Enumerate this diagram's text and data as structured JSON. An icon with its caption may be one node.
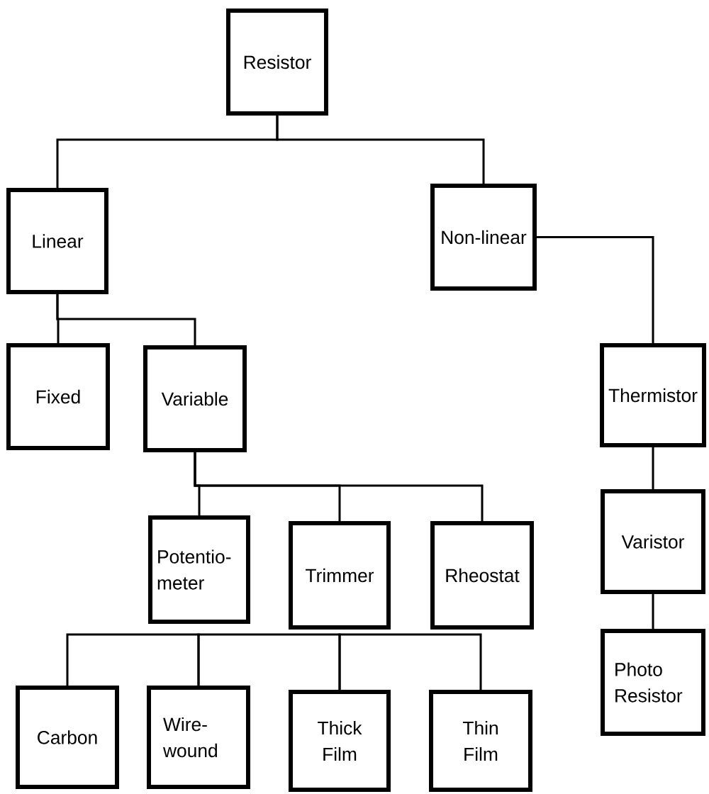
{
  "diagram": {
    "nodes": [
      {
        "text": [
          "Resistor"
        ]
      },
      {
        "text": [
          "Linear"
        ]
      },
      {
        "text": [
          "Non-linear"
        ]
      },
      {
        "text": [
          "Fixed"
        ]
      },
      {
        "text": [
          "Variable"
        ]
      },
      {
        "text": [
          "Thermistor"
        ]
      },
      {
        "text": [
          "Potentio- meter"
        ]
      },
      {
        "text": [
          "Trimmer"
        ]
      },
      {
        "text": [
          "Rheostat"
        ]
      },
      {
        "text": [
          "Varistor"
        ]
      },
      {
        "text": [
          "Photo Resistor"
        ]
      },
      {
        "text": [
          "Carbon"
        ]
      },
      {
        "text": [
          "Wire- wound"
        ]
      },
      {
        "text": [
          "Thick Film"
        ]
      },
      {
        "text": [
          "Thin Film"
        ]
      }
    ],
    "edges": [
      {
        "from": 0,
        "to": 1,
        "arrow": "none"
      },
      {
        "from": 0,
        "to": 2,
        "arrow": "none"
      },
      {
        "from": 1,
        "to": 3,
        "arrow": "none"
      },
      {
        "from": 1,
        "to": 4,
        "arrow": "none"
      },
      {
        "from": 2,
        "to": 5,
        "arrow": "none"
      },
      {
        "from": 4,
        "to": 6,
        "arrow": "none"
      },
      {
        "from": 4,
        "to": 7,
        "arrow": "none"
      },
      {
        "from": 4,
        "to": 8,
        "arrow": "none"
      },
      {
        "from": 5,
        "to": 9,
        "arrow": "none"
      },
      {
        "from": 9,
        "to": 10,
        "arrow": "none"
      },
      {
        "from": 11,
        "to": 12,
        "arrow": "none"
      },
      {
        "from": 12,
        "to": 13,
        "arrow": "none"
      },
      {
        "from": 13,
        "to": 14,
        "arrow": "none"
      }
    ]
  }
}
